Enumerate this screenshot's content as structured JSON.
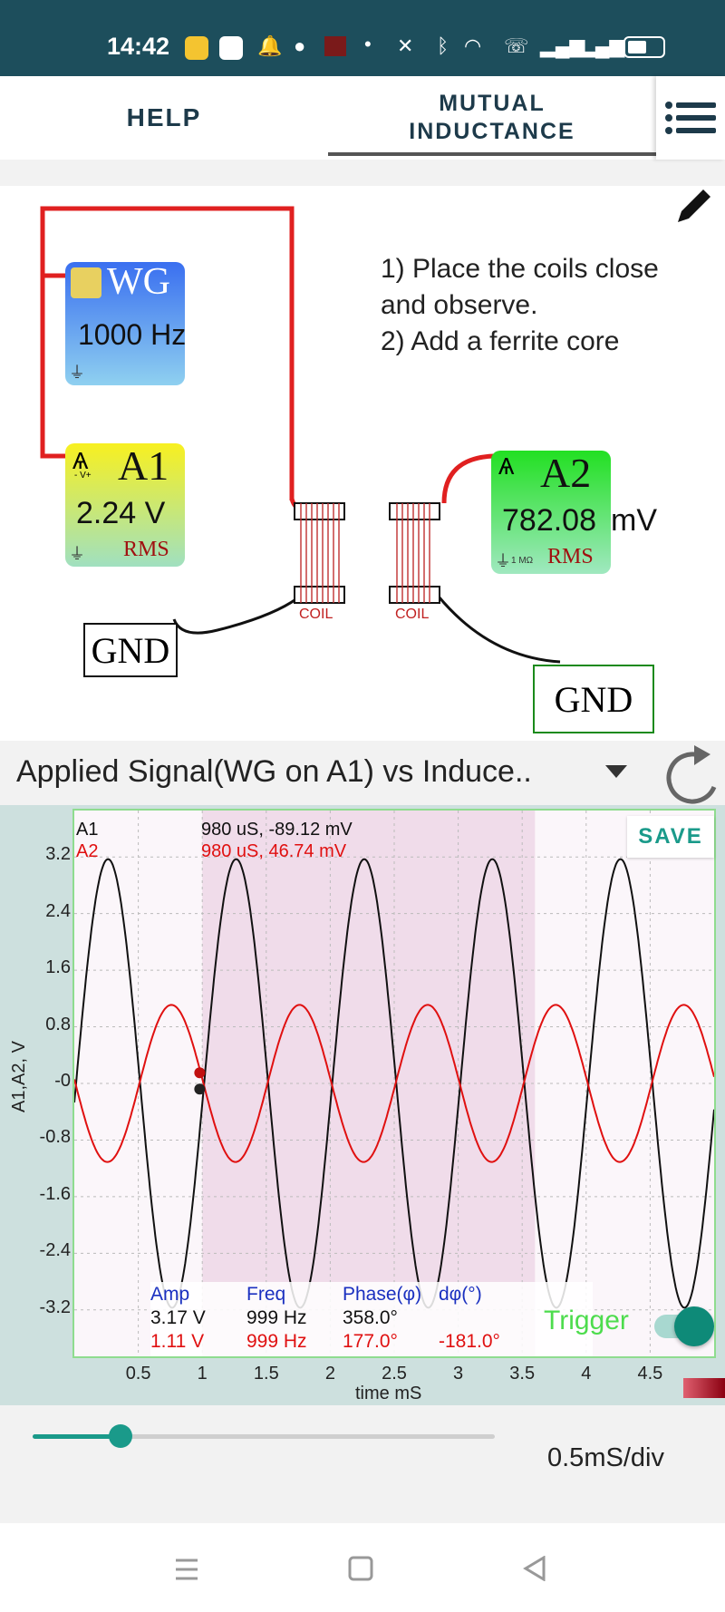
{
  "status_bar": {
    "time": "14:42"
  },
  "tabs": {
    "help": "HELP",
    "mutual_line1": "MUTUAL",
    "mutual_line2": "INDUCTANCE"
  },
  "circuit": {
    "instructions": [
      "1) Place the coils close",
      "and observe.",
      "2) Add a ferrite core"
    ],
    "wg": {
      "name": "WG",
      "value": "1000 Hz"
    },
    "a1": {
      "name": "A1",
      "value": "2.24 V",
      "mode": "RMS",
      "sub": "- V+"
    },
    "a2": {
      "name": "A2",
      "value": "782.08",
      "unit": "mV",
      "mode": "RMS",
      "impedance": "1 MΩ"
    },
    "coil_left": "COIL",
    "coil_right": "COIL",
    "gnd_left": "GND",
    "gnd_right": "GND"
  },
  "dropdown": {
    "selected": "Applied Signal(WG on A1) vs Induce.."
  },
  "graph": {
    "save": "SAVE",
    "cursor": {
      "a1_name": "A1",
      "a2_name": "A2",
      "a1_reading": "980 uS, -89.12 mV",
      "a2_reading": "980 uS, 46.74 mV"
    },
    "stats": {
      "headers": [
        "Amp",
        "Freq",
        "Phase(φ)",
        "dφ(°)"
      ],
      "a1": [
        "3.17 V",
        "999 Hz",
        "358.0°"
      ],
      "a2": [
        "1.11 V",
        "999 Hz",
        "177.0°",
        "-181.0°"
      ]
    },
    "trigger": "Trigger"
  },
  "chart_data": {
    "type": "line",
    "xlabel": "time mS",
    "ylabel": "A1,A2, V",
    "xticks": [
      "0.5",
      "1",
      "1.5",
      "2",
      "2.5",
      "3",
      "3.5",
      "4",
      "4.5"
    ],
    "yticks": [
      "3.2",
      "2.4",
      "1.6",
      "0.8",
      "-0",
      "-0.8",
      "-1.6",
      "-2.4",
      "-3.2"
    ],
    "xlim": [
      0,
      5
    ],
    "ylim": [
      -3.6,
      3.6
    ],
    "grid": true,
    "highlight_region": [
      1.0,
      3.6
    ],
    "cursor_x": 0.98,
    "series": [
      {
        "name": "A1",
        "color": "#111111",
        "amplitude": 3.17,
        "frequency_hz": 999,
        "phase_deg": 358.0
      },
      {
        "name": "A2",
        "color": "#e01010",
        "amplitude": 1.11,
        "frequency_hz": 999,
        "phase_deg": 177.0
      }
    ]
  },
  "timebase": {
    "label": "0.5mS/div",
    "slider_value": 0.19
  },
  "colors": {
    "accent": "#1a9a8a",
    "status_bar": "#1d4e5c",
    "wg_box": "#3f7ee8",
    "a1_box": "#f2f24a",
    "a2_box": "#33e04a"
  }
}
